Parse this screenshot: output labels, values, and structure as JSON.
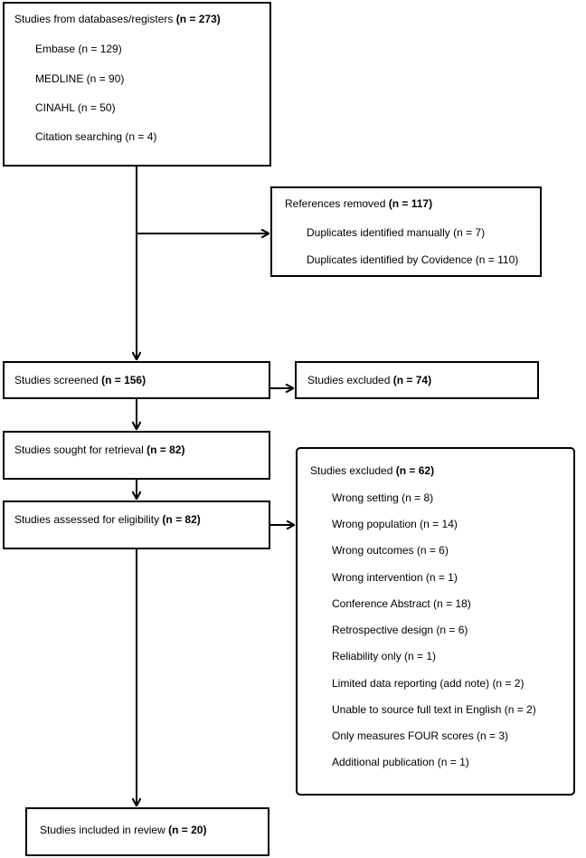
{
  "identification": {
    "label": "Studies from databases/registers",
    "n": "(n = 273)",
    "items": [
      "Embase (n = 129)",
      "MEDLINE (n = 90)",
      "CINAHL (n = 50)",
      "Citation searching (n = 4)"
    ]
  },
  "removed": {
    "label": "References removed",
    "n": "(n = 117)",
    "items": [
      "Duplicates identified manually (n = 7)",
      "Duplicates identified by Covidence (n = 110)"
    ]
  },
  "screened": {
    "label": "Studies screened",
    "n": "(n = 156)"
  },
  "excluded_screening": {
    "label": "Studies excluded",
    "n": "(n = 74)"
  },
  "retrieval": {
    "label": "Studies sought for retrieval",
    "n": "(n = 82)"
  },
  "eligibility": {
    "label": "Studies assessed for eligibility",
    "n": "(n = 82)"
  },
  "excluded_full_text": {
    "label": "Studies excluded",
    "n": "(n = 62)",
    "items": [
      "Wrong setting (n = 8)",
      "Wrong population (n = 14)",
      "Wrong outcomes (n = 6)",
      "Wrong intervention (n = 1)",
      "Conference Abstract (n = 18)",
      "Retrospective design (n = 6)",
      "Reliability only (n = 1)",
      "Limited data reporting (add note) (n = 2)",
      "Unable to source full text in English (n = 2)",
      "Only measures FOUR scores (n = 3)",
      "Additional publication (n = 1)"
    ]
  },
  "included": {
    "label": "Studies included in review",
    "n": "(n = 20)"
  }
}
